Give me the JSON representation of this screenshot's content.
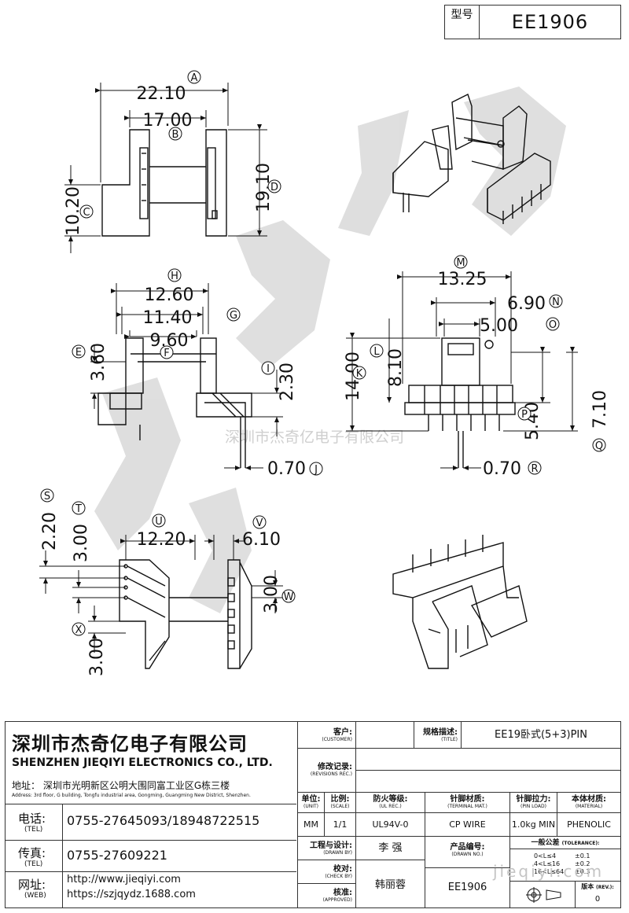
{
  "model": {
    "label": "型号",
    "value": "EE1906"
  },
  "dimensions": {
    "A": "22.10",
    "B": "17.00",
    "C": "10.20",
    "D": "19.10",
    "H": "12.60",
    "G": "11.40",
    "F": "9.60",
    "E": "3.60",
    "I": "2.30",
    "J": "0.70",
    "M": "13.25",
    "N": "6.90",
    "O": "5.00",
    "L": "8.10",
    "K": "14.00",
    "P": "5.40",
    "Q": "7.10",
    "R": "0.70",
    "S": "2.20",
    "T": "3.00",
    "U": "12.20",
    "V": "6.10",
    "W": "3.00",
    "X": "3.00"
  },
  "markers": [
    "A",
    "B",
    "C",
    "D",
    "E",
    "F",
    "G",
    "H",
    "I",
    "J",
    "K",
    "L",
    "M",
    "N",
    "O",
    "P",
    "Q",
    "R",
    "S",
    "T",
    "U",
    "V",
    "W",
    "X"
  ],
  "watermark": {
    "center_text": "深圳市杰奇亿电子有限公司",
    "url_text": "jieqiyi.com"
  },
  "company": {
    "name_cn": "深圳市杰奇亿电子有限公司",
    "name_en": "SHENZHEN JIEQIYI ELECTRONICS CO., LTD.",
    "address_cn": "地址：  深圳市光明新区公明大围同富工业区G栋三楼",
    "address_en": "Address: 3rd floor, G building, Tongfu industrial area, Gongming, Guangming New District, Shenzhen.",
    "tel_label": "电话:",
    "tel_label_en": "(TEL)",
    "tel": "0755-27645093/18948722515",
    "fax_label": "传真:",
    "fax_label_en": "(TEL)",
    "fax": "0755-27609221",
    "web_label": "网址:",
    "web_label_en": "(WEB)",
    "web1": "http://www.jieqiyi.com",
    "web2": "https://szjqydz.1688.com"
  },
  "title_block": {
    "customer_cn": "客户:",
    "customer_en": "(CUSTOMER)",
    "title_cn": "规格描述:",
    "title_en": "(TITLE)",
    "title_value": "EE19卧式(5+3)PIN",
    "revrec_cn": "修改记录:",
    "revrec_en": "(REVISIONS REC.)",
    "headers": [
      {
        "cn": "单位:",
        "en": "(UNIT)"
      },
      {
        "cn": "比例:",
        "en": "(SCALE)"
      },
      {
        "cn": "防火等级:",
        "en": "(UL REC.)"
      },
      {
        "cn": "针脚材质:",
        "en": "(TERMINAL MAT.)"
      },
      {
        "cn": "针脚拉力:",
        "en": "(PIN LOAD)"
      },
      {
        "cn": "本体材质:",
        "en": "(MATERIAL)"
      }
    ],
    "values": [
      "MM",
      "1/1",
      "UL94V-0",
      "CP WIRE",
      "1.0kg MIN",
      "PHENOLIC"
    ],
    "drawn_cn": "工程与设计:",
    "drawn_en": "(DRAWN BY)",
    "drawn_value": "李  强",
    "check_cn": "校对:",
    "check_en": "(CHECK BY)",
    "approved_cn": "核准:",
    "approved_en": "(APPROVED)",
    "approved_value": "韩丽蓉",
    "drawno_cn": "产品编号:",
    "drawno_en": "(DRAWN NO.)",
    "drawno_value": "EE1906",
    "tol_cn": "一般公差",
    "tol_en": "(TOLERANCE):",
    "tol_rows": [
      {
        "range": "0<L≤4",
        "val": "±0.1"
      },
      {
        "range": "4<L≤16",
        "val": "±0.2"
      },
      {
        "range": "16<L≤64",
        "val": "±0.3"
      }
    ],
    "rev_cn": "版本",
    "rev_en": "(REV.):",
    "rev_value": "0"
  }
}
